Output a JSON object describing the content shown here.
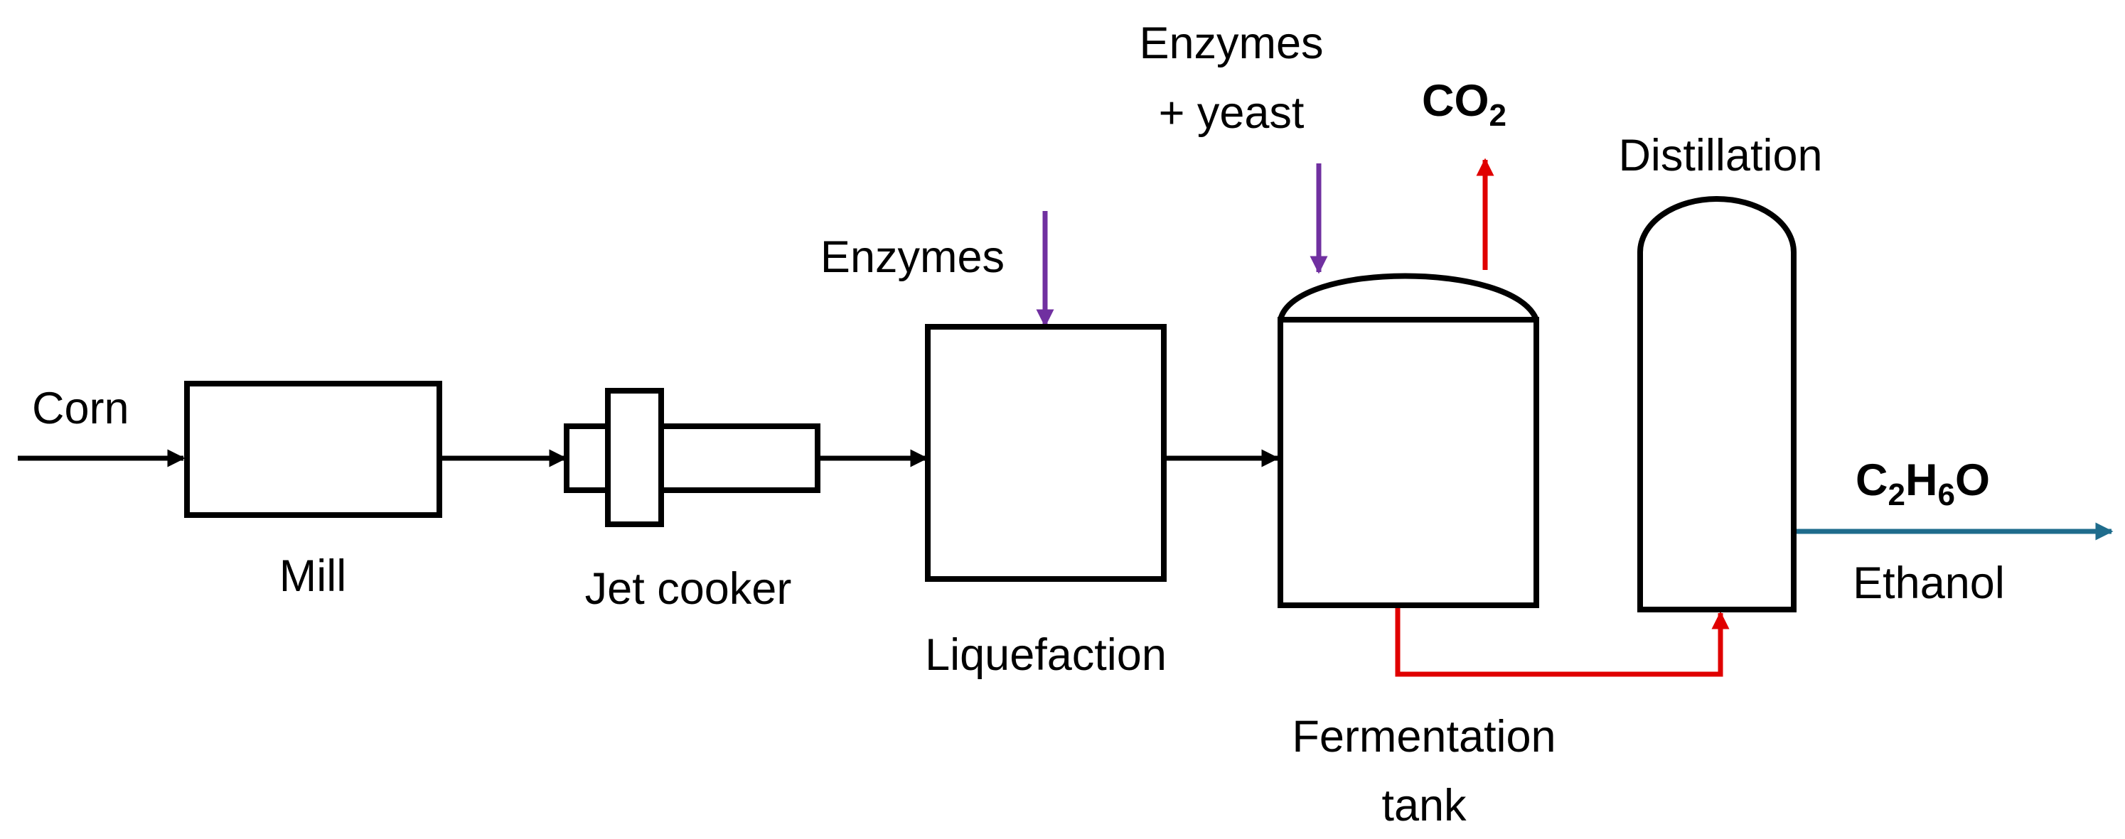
{
  "labels": {
    "corn": "Corn",
    "mill": "Mill",
    "jet_cooker": "Jet cooker",
    "enzymes": "Enzymes",
    "liquefaction": "Liquefaction",
    "enzymes_yeast_line1": "Enzymes",
    "enzymes_yeast_line2": "+ yeast",
    "co2_main": "CO",
    "co2_sub": "2",
    "distillation": "Distillation",
    "fermentation_line1": "Fermentation",
    "fermentation_line2": "tank",
    "formula_c": "C",
    "formula_sub1": "2",
    "formula_h": "H",
    "formula_sub2": "6",
    "formula_o": "O",
    "ethanol": "Ethanol"
  },
  "colors": {
    "process_flow": "#000000",
    "enzyme_feed": "#7030A0",
    "gas_and_transfer": "#E00000",
    "product_out": "#1F6C8C"
  }
}
